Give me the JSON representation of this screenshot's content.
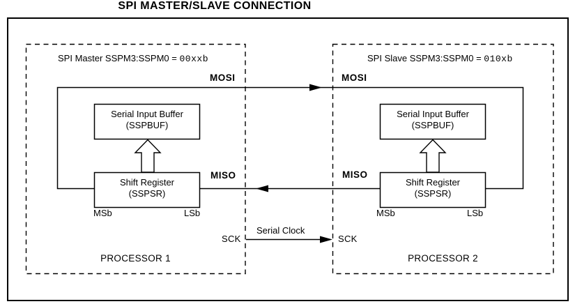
{
  "title": "SPI MASTER/SLAVE CONNECTION",
  "master": {
    "mode_label": "SPI Master SSPM3:SSPM0 = ",
    "mode_value": "00xxb",
    "buffer_line1": "Serial Input Buffer",
    "buffer_line2": "(SSPBUF)",
    "shift_line1": "Shift Register",
    "shift_line2": "(SSPSR)",
    "msb": "MSb",
    "lsb": "LSb",
    "processor": "PROCESSOR 1",
    "pins": {
      "mosi": "MOSI",
      "miso": "MISO",
      "sck": "SCK"
    }
  },
  "slave": {
    "mode_label": "SPI Slave SSPM3:SSPM0 = ",
    "mode_value": "010xb",
    "buffer_line1": "Serial Input Buffer",
    "buffer_line2": "(SSPBUF)",
    "shift_line1": "Shift Register",
    "shift_line2": "(SSPSR)",
    "msb": "MSb",
    "lsb": "LSb",
    "processor": "PROCESSOR 2",
    "pins": {
      "mosi": "MOSI",
      "miso": "MISO",
      "sck": "SCK"
    }
  },
  "clock_label": "Serial Clock",
  "colors": {
    "ink": "#000000",
    "background": "#ffffff"
  }
}
